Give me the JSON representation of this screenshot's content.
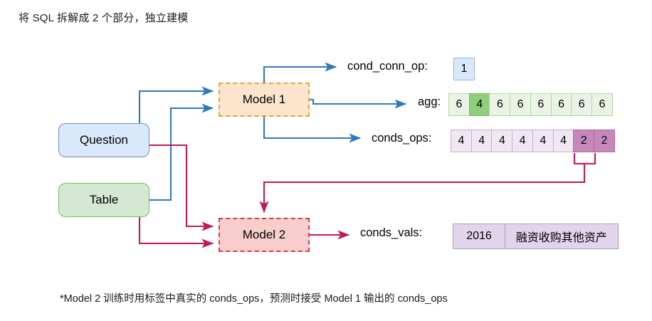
{
  "title": "将 SQL 拆解成 2 个部分，独立建模",
  "footnote": "*Model 2 训练时用标签中真实的 conds_ops，预测时接受 Model 1 输出的 conds_ops",
  "nodes": {
    "question": {
      "label": "Question",
      "fill": "#dae8fc",
      "stroke": "#6c8ebf"
    },
    "table": {
      "label": "Table",
      "fill": "#d5e8d4",
      "stroke": "#82b366"
    },
    "model1": {
      "label": "Model 1",
      "fill": "#fce5cd",
      "stroke": "#e8a33d"
    },
    "model2": {
      "label": "Model 2",
      "fill": "#f8cecc",
      "stroke": "#c9405f"
    }
  },
  "outputs": {
    "cond_conn_op": {
      "label": "cond_conn_op:",
      "values": [
        "1"
      ],
      "highlight": [],
      "color": "#dae8fc"
    },
    "agg": {
      "label": "agg:",
      "values": [
        "6",
        "4",
        "6",
        "6",
        "6",
        "6",
        "6",
        "6"
      ],
      "highlight": [
        1
      ],
      "color": "#eaf4e6",
      "highlight_color": "#8fce7d"
    },
    "conds_ops": {
      "label": "conds_ops:",
      "values": [
        "4",
        "4",
        "4",
        "4",
        "4",
        "4",
        "2",
        "2"
      ],
      "highlight": [
        6,
        7
      ],
      "color": "#f1e7f4",
      "highlight_color": "#c488bb"
    },
    "conds_vals": {
      "label": "conds_vals:",
      "values": [
        "2016",
        "融资收购其他资产"
      ],
      "highlight": [],
      "color": "#e1d5ec"
    }
  },
  "edges": {
    "blue_color": "#2d7ac0",
    "crimson_color": "#c2185b",
    "blue_edges": [
      "question-to-model1",
      "table-to-model1",
      "model1-to-cond_conn_op",
      "model1-to-agg",
      "model1-to-conds_ops"
    ],
    "crimson_edges": [
      "question-to-model2",
      "table-to-model2",
      "conds_ops-to-model2",
      "model2-to-conds_vals"
    ]
  }
}
